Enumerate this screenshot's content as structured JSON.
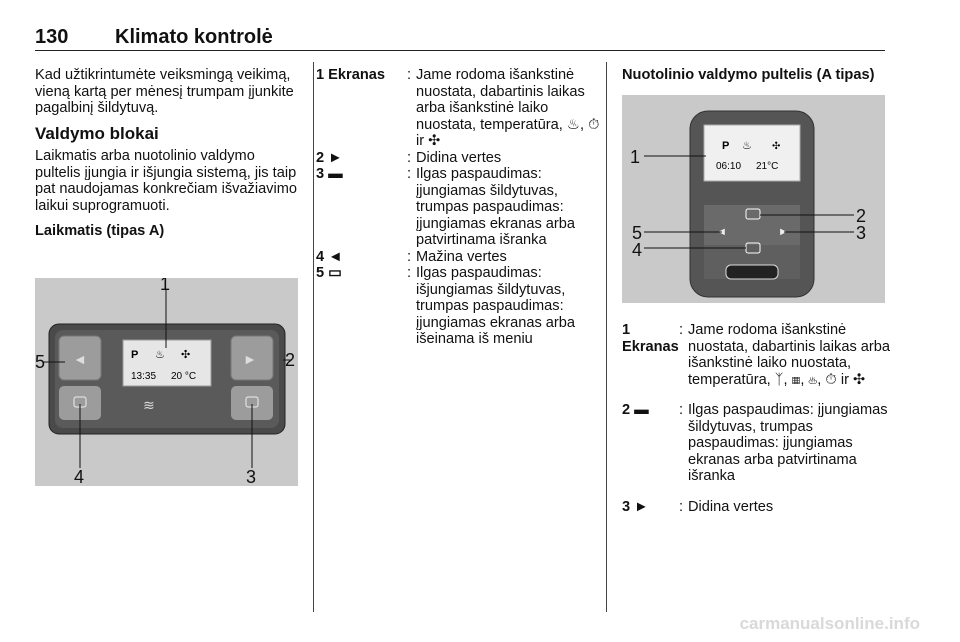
{
  "header": {
    "page_number": "130",
    "section_title": "Klimato kontrolė"
  },
  "col1": {
    "intro": "Kad užtikrintumėte veiksmingą veikimą, vieną kartą per mėnesį trumpam įjunkite pagalbinį šildytuvą.",
    "heading": "Valdymo blokai",
    "body": "Laikmatis arba nuotolinio valdymo pultelis įjungia ir išjungia sistemą, jis taip pat naudojamas konkrečiam išvažiavimo laikui suprogramuoti.",
    "subheading": "Laikmatis (tipas A)"
  },
  "figure_timer": {
    "labels": [
      "1",
      "2",
      "3",
      "4",
      "5"
    ],
    "display_time": "13:35",
    "display_temp": "20 °C",
    "display_p": "P"
  },
  "col2": {
    "items": [
      {
        "key": "1 Ekranas",
        "value": "Jame rodoma išankstinė nuostata, dabartinis laikas arba išankstinė laiko nuostata, temperatūra, ♨, ⏱ ir ✣"
      },
      {
        "key": "2 ►",
        "value": "Didina vertes"
      },
      {
        "key": "3 ▬",
        "value": "Ilgas paspaudimas: įjungiamas šildytuvas, trumpas paspaudimas: įjungiamas ekranas arba patvirtinama išranka"
      },
      {
        "key": "4 ◄",
        "value": "Mažina vertes"
      },
      {
        "key": "5 ▭",
        "value": "Ilgas paspaudimas: išjungiamas šildytuvas, trumpas paspaudimas: įjungiamas ekranas arba išeinama iš meniu"
      }
    ]
  },
  "col3": {
    "title": "Nuotolinio valdymo pultelis (A tipas)",
    "items": [
      {
        "key": "1 Ekranas",
        "value": "Jame rodoma išankstinė nuostata, dabartinis laikas arba išankstinė laiko nuostata, temperatūra, ᛉ, ▦, ♨, ⏱ ir ✣"
      },
      {
        "key": "2 ▬",
        "value": "Ilgas paspaudimas: įjungiamas šildytuvas, trumpas paspaudimas: įjungiamas ekranas arba patvirtinama išranka"
      },
      {
        "key": "3 ►",
        "value": "Didina vertes"
      }
    ]
  },
  "figure_remote": {
    "labels": [
      "1",
      "2",
      "3",
      "4",
      "5"
    ],
    "display_time": "06:10",
    "display_temp": "21°C",
    "display_p": "P"
  },
  "footer": {
    "watermark": "carmanualsonline.info"
  }
}
